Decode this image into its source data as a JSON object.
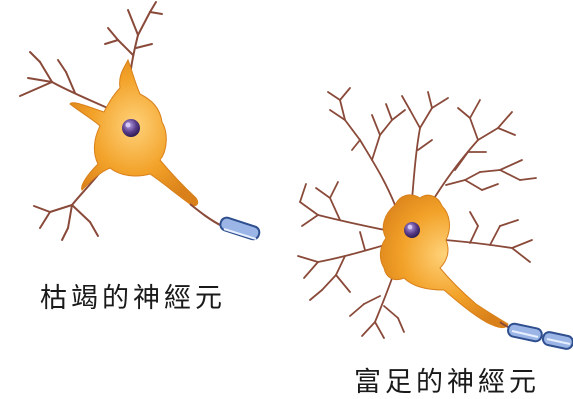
{
  "captions": {
    "withered_neuron": "枯竭的神經元",
    "rich_neuron": "富足的神經元"
  },
  "colors": {
    "background": "#ffffff",
    "soma_fill": "#f2a229",
    "soma_dark": "#d9801a",
    "dendrite": "#8a4a3a",
    "nucleus": "#5a3d8a",
    "axon_sheath": "#9bb6e6",
    "axon_outline": "#2f4f8f",
    "text": "#1a1a1a"
  },
  "icons": [
    "neuron-illustration-withered",
    "neuron-illustration-rich"
  ]
}
